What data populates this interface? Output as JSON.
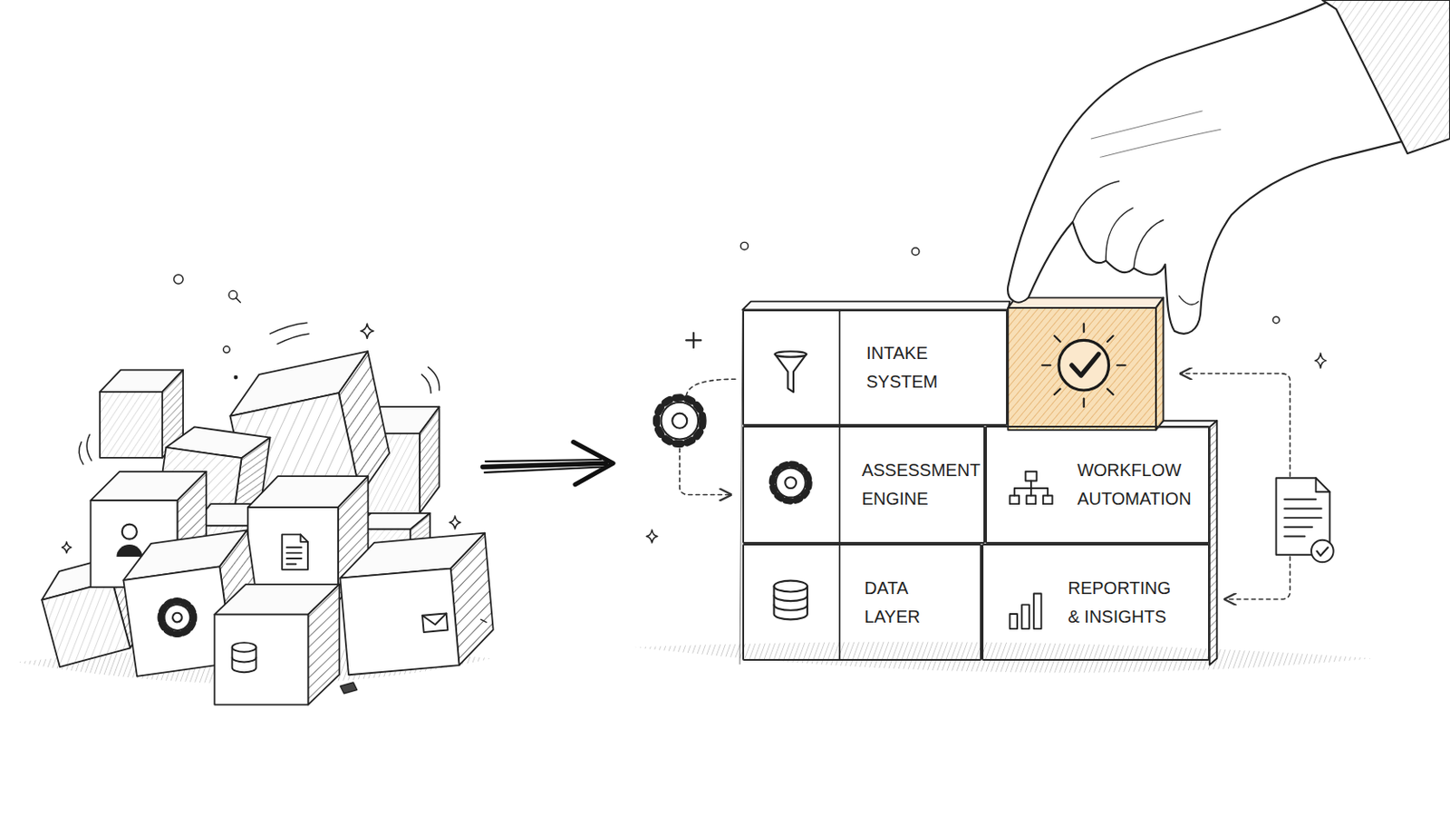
{
  "diagram": {
    "nodes": [
      {
        "text": [
          "INTAKE SYSTEM"
        ]
      },
      {
        "text": [
          "ASSESSMENT ENGINE"
        ]
      },
      {
        "text": [
          "WORKFLOW AUTOMATION"
        ]
      },
      {
        "text": [
          "DATA LAYER"
        ]
      },
      {
        "text": [
          "REPORTING & INSIGHTS"
        ]
      }
    ]
  }
}
